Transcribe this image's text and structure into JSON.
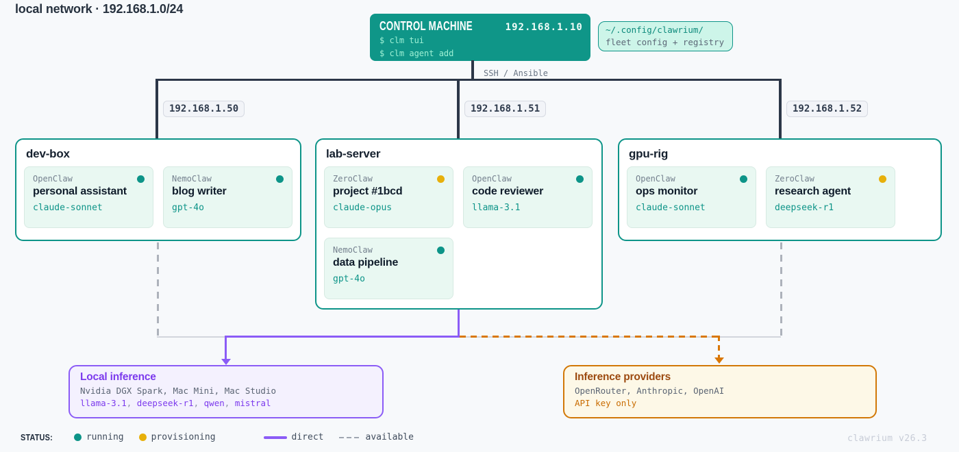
{
  "page": {
    "title": "local network · 192.168.1.0/24",
    "watermark": "clawrium v26.3"
  },
  "control_machine": {
    "title": "CONTROL MACHINE",
    "ip": "192.168.1.10",
    "commands": [
      "$ clm tui",
      "$ clm agent add"
    ],
    "link_label": "SSH / Ansible"
  },
  "config_note": {
    "path": "~/.config/clawrium/",
    "description": "fleet config + registry"
  },
  "hosts": [
    {
      "name": "dev-box",
      "ip": "192.168.1.50",
      "agents": [
        {
          "runtime": "OpenClaw",
          "name": "personal assistant",
          "model": "claude-sonnet",
          "status": "running"
        },
        {
          "runtime": "NemoClaw",
          "name": "blog writer",
          "model": "gpt-4o",
          "status": "running"
        }
      ]
    },
    {
      "name": "lab-server",
      "ip": "192.168.1.51",
      "agents": [
        {
          "runtime": "ZeroClaw",
          "name": "project #1bcd",
          "model": "claude-opus",
          "status": "provisioning"
        },
        {
          "runtime": "OpenClaw",
          "name": "code reviewer",
          "model": "llama-3.1",
          "status": "running"
        },
        {
          "runtime": "NemoClaw",
          "name": "data pipeline",
          "model": "gpt-4o",
          "status": "running"
        }
      ]
    },
    {
      "name": "gpu-rig",
      "ip": "192.168.1.52",
      "agents": [
        {
          "runtime": "OpenClaw",
          "name": "ops monitor",
          "model": "claude-sonnet",
          "status": "running"
        },
        {
          "runtime": "ZeroClaw",
          "name": "research agent",
          "model": "deepseek-r1",
          "status": "provisioning"
        }
      ]
    }
  ],
  "local_inference": {
    "title": "Local inference",
    "hardware": "Nvidia DGX Spark, Mac Mini, Mac Studio",
    "models": [
      "llama-3.1",
      "deepseek-r1",
      "qwen",
      "mistral"
    ],
    "separator": ", "
  },
  "inference_providers": {
    "title": "Inference providers",
    "providers": "OpenRouter, Anthropic, OpenAI",
    "note": "API key only"
  },
  "legend": {
    "label": "STATUS:",
    "running_label": "running",
    "provisioning_label": "provisioning",
    "direct_label": "direct",
    "available_label": "available"
  },
  "colors": {
    "teal": "#0d9488",
    "running_dot": "#0d9488",
    "provisioning_dot": "#e7b00b",
    "purple": "#8b5cf6",
    "purple_text": "#7c3aed",
    "orange": "#d97706",
    "orange_text": "#9c4a10",
    "tree_line": "#2c3748"
  }
}
